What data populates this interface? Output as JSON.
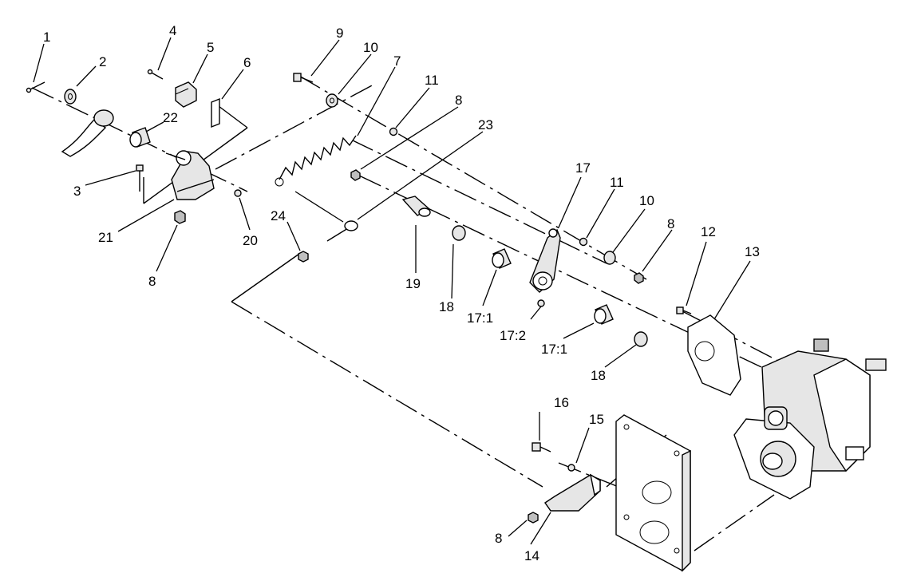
{
  "diagram": {
    "callouts": [
      {
        "id": "c1",
        "text": "1"
      },
      {
        "id": "c2",
        "text": "2"
      },
      {
        "id": "c3",
        "text": "3"
      },
      {
        "id": "c4",
        "text": "4"
      },
      {
        "id": "c5",
        "text": "5"
      },
      {
        "id": "c6",
        "text": "6"
      },
      {
        "id": "c7",
        "text": "7"
      },
      {
        "id": "c8a",
        "text": "8"
      },
      {
        "id": "c8b",
        "text": "8"
      },
      {
        "id": "c8c",
        "text": "8"
      },
      {
        "id": "c8d",
        "text": "8"
      },
      {
        "id": "c9",
        "text": "9"
      },
      {
        "id": "c10a",
        "text": "10"
      },
      {
        "id": "c10b",
        "text": "10"
      },
      {
        "id": "c11a",
        "text": "11"
      },
      {
        "id": "c11b",
        "text": "11"
      },
      {
        "id": "c12",
        "text": "12"
      },
      {
        "id": "c13",
        "text": "13"
      },
      {
        "id": "c14",
        "text": "14"
      },
      {
        "id": "c15",
        "text": "15"
      },
      {
        "id": "c16",
        "text": "16"
      },
      {
        "id": "c17",
        "text": "17"
      },
      {
        "id": "c171a",
        "text": "17:1"
      },
      {
        "id": "c171b",
        "text": "17:1"
      },
      {
        "id": "c172",
        "text": "17:2"
      },
      {
        "id": "c18a",
        "text": "18"
      },
      {
        "id": "c18b",
        "text": "18"
      },
      {
        "id": "c19",
        "text": "19"
      },
      {
        "id": "c20",
        "text": "20"
      },
      {
        "id": "c21",
        "text": "21"
      },
      {
        "id": "c22",
        "text": "22"
      },
      {
        "id": "c23",
        "text": "23"
      },
      {
        "id": "c24",
        "text": "24"
      }
    ]
  }
}
